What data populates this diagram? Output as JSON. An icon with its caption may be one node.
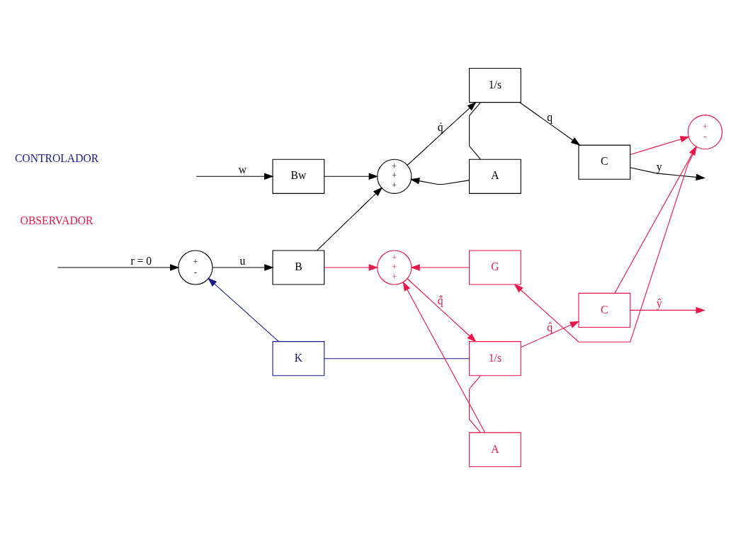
{
  "diagram": {
    "nodes": [
      {
        "text": [
          "+",
          "-"
        ]
      },
      {
        "text": [
          "B"
        ]
      },
      {
        "text": [
          "Bw"
        ]
      },
      {
        "text": [
          "+",
          "+",
          "+"
        ]
      },
      {
        "text": [
          "1/s"
        ]
      },
      {
        "text": [
          "A"
        ]
      },
      {
        "text": [
          "C"
        ]
      },
      {
        "text": [
          "+",
          "-"
        ]
      },
      {
        "text": [
          "G"
        ]
      },
      {
        "text": [
          "+",
          "+",
          "+"
        ]
      },
      {
        "text": [
          "1/s"
        ]
      },
      {
        "text": [
          "A"
        ]
      },
      {
        "text": [
          "C"
        ]
      },
      {
        "text": [
          "K"
        ]
      }
    ],
    "edges": [
      {
        "from": null,
        "to": 0,
        "arrow": "to",
        "label": "r = 0"
      },
      {
        "from": 0,
        "to": 1,
        "arrow": "to",
        "label": "u"
      },
      {
        "from": null,
        "to": 2,
        "arrow": "to",
        "label": "w"
      },
      {
        "from": 2,
        "to": 3,
        "arrow": "to"
      },
      {
        "from": 1,
        "to": 3,
        "arrow": "to"
      },
      {
        "from": 3,
        "to": 4,
        "arrow": "to",
        "label": "q̇"
      },
      {
        "from": 4,
        "to": 6,
        "arrow": "to",
        "label": "q"
      },
      {
        "from": 4,
        "to": 5,
        "arrow": "none"
      },
      {
        "from": 5,
        "to": 3,
        "arrow": "to"
      },
      {
        "from": 6,
        "to": null,
        "arrow": "to",
        "label": "y"
      },
      {
        "from": 6,
        "to": 7,
        "arrow": "to",
        "color": "#e8174a"
      },
      {
        "from": 7,
        "to": 8,
        "arrow": "to",
        "color": "#e8174a"
      },
      {
        "from": 8,
        "to": 9,
        "arrow": "to",
        "color": "#e8174a"
      },
      {
        "from": 1,
        "to": 9,
        "arrow": "to",
        "color": "#e8174a"
      },
      {
        "from": 9,
        "to": 10,
        "arrow": "to",
        "label": "q̂̇",
        "color": "#e8174a"
      },
      {
        "from": 10,
        "to": 12,
        "arrow": "to",
        "label": "q̂",
        "color": "#e8174a"
      },
      {
        "from": 10,
        "to": 11,
        "arrow": "none",
        "color": "#e8174a"
      },
      {
        "from": 11,
        "to": 9,
        "arrow": "to",
        "color": "#e8174a"
      },
      {
        "from": 12,
        "to": null,
        "arrow": "to",
        "label": "ŷ",
        "color": "#e8174a"
      },
      {
        "from": 12,
        "to": 7,
        "arrow": "to",
        "color": "#e8174a"
      },
      {
        "from": 10,
        "to": 13,
        "arrow": "none",
        "color": "#1a1a8c"
      },
      {
        "from": 13,
        "to": 0,
        "arrow": "to",
        "color": "#1a1a8c"
      }
    ],
    "labels": [
      "OBSERVADOR",
      "CONTROLADOR"
    ]
  }
}
